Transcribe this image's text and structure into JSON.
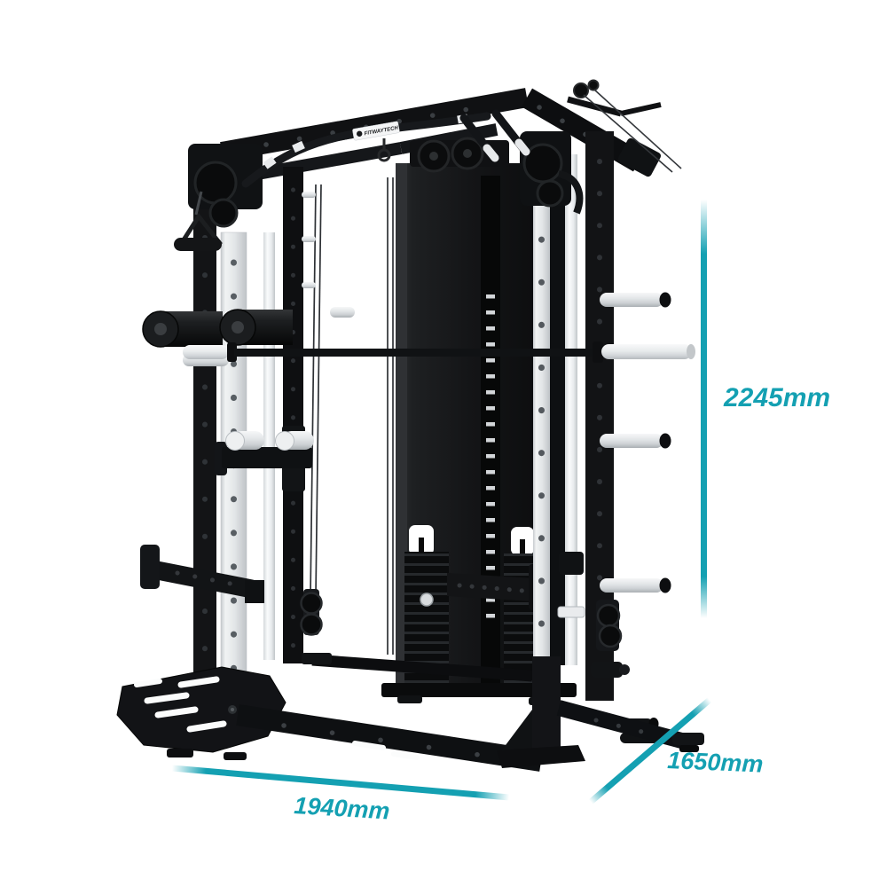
{
  "theme": {
    "accent": "#14a0b2",
    "frame": "#121315",
    "steel": "#e8eaec",
    "background": "#ffffff"
  },
  "product": {
    "brand_label": "FITWAYTECH"
  },
  "dimensions": {
    "height": {
      "label": "2245mm"
    },
    "depth": {
      "label": "1650mm"
    },
    "width": {
      "label": "1940mm"
    }
  }
}
